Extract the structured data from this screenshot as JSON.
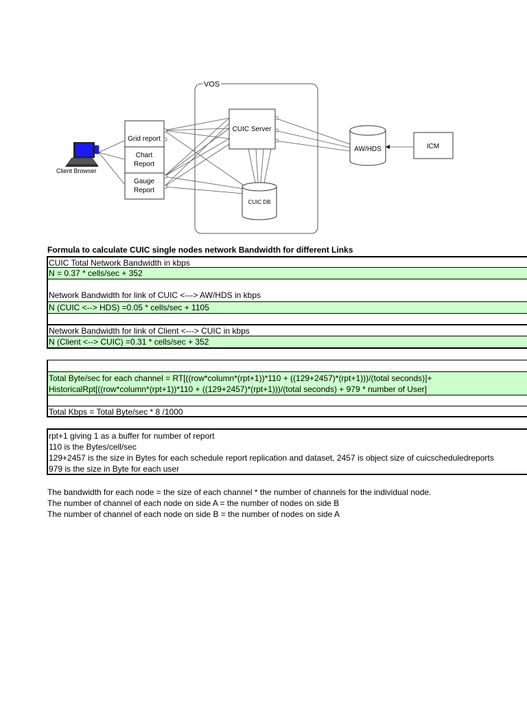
{
  "diagram": {
    "vos_label": "VOS",
    "client_label": "Client Browser",
    "grid_report": "Grid report",
    "chart_report_line1": "Chart",
    "chart_report_line2": "Report",
    "gauge_report_line1": "Gauge",
    "gauge_report_line2": "Report",
    "cuic_server": "CUIC Server",
    "cuic_db": "CUIC DB",
    "aw_hds": "AW/HDS",
    "icm": "ICM"
  },
  "heading": "Formula to calculate CUIC single nodes network Bandwidth for different Links",
  "formulas": {
    "total_title": "CUIC Total Network Bandwidth in kbps",
    "total_formula": "N = 0.37 * cells/sec + 352",
    "cuic_hds_title": "Network Bandwidth for link of CUIC <---> AW/HDS  in kbps",
    "cuic_hds_formula": "N (CUIC <--> HDS) =0.05 * cells/sec  + 1105",
    "client_cuic_title": "Network Bandwidth for link of Client <---> CUIC in kbps",
    "client_cuic_formula": "N (Client <--> CUIC) =0.31 * cells/sec  + 352"
  },
  "channel": {
    "byte_line1": "Total Byte/sec for each channel = RT[((row*column*(rpt+1))*110 + ((129+2457)*(rpt+1)))/(total seconds)]+",
    "byte_line2": "HistoricalRpt[((row*column*(rpt+1))*110 + ((129+2457)*(rpt+1)))/(total seconds) + 979 * number of User]",
    "kbps": "Total Kbps = Total Byte/sec * 8 /1000"
  },
  "legend": {
    "line1": "rpt+1  giving 1 as a buffer for number of report",
    "line2": "110 is the Bytes/cell/sec",
    "line3": "129+2457 is the size in Bytes for each schedule report replication and dataset, 2457 is object size of cuicscheduledreports",
    "line4": "979 is the size in Byte for each user"
  },
  "notes": {
    "line1": "The bandwidth for each node = the size of each channel * the number of channels for the individual node.",
    "line2": "The number of channel of each node on side A = the number of nodes on side B",
    "line3": "The number of channel of each node on side B = the number of nodes on side A"
  },
  "colors": {
    "highlight_green": "#ccffcc",
    "laptop_screen": "#1a1aff"
  }
}
